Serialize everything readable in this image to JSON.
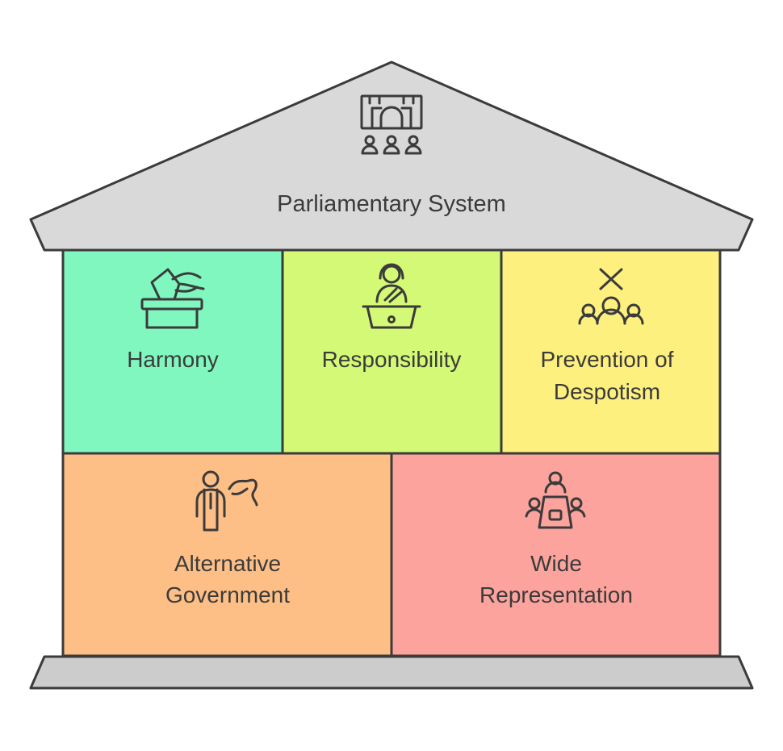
{
  "title": "Parliamentary System",
  "pillars": [
    {
      "lines": [
        "Harmony"
      ],
      "color": "#7ff7bf",
      "icon": "ballot-box-icon"
    },
    {
      "lines": [
        "Responsibility"
      ],
      "color": "#d3f976",
      "icon": "speaker-podium-icon"
    },
    {
      "lines": [
        "Prevention of",
        "Despotism"
      ],
      "color": "#fdf07f",
      "icon": "people-with-x-icon"
    },
    {
      "lines": [
        "Alternative",
        "Government"
      ],
      "color": "#fdbf86",
      "icon": "person-speaking-icon"
    },
    {
      "lines": [
        "Wide",
        "Representation"
      ],
      "color": "#fda39d",
      "icon": "meeting-table-icon"
    }
  ],
  "colors": {
    "roof": "#d9d9d9",
    "base": "#cccccc",
    "outline": "#3b3b3b"
  },
  "roof_icon": "parliament-chamber-icon"
}
